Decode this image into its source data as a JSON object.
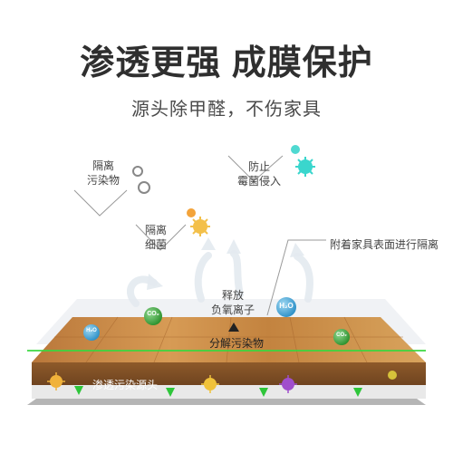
{
  "headline": "渗透更强 成膜保护",
  "subheadline": "源头除甲醛，不伤家具",
  "callouts": {
    "isolate_pollutants": [
      "隔离",
      "污染物"
    ],
    "isolate_bacteria": [
      "隔离",
      "细菌"
    ],
    "prevent_mold": [
      "防止",
      "霉菌侵入"
    ],
    "attach_surface": "附着家具表面进行隔离",
    "release_ions": [
      "释放",
      "负氧离子"
    ],
    "decompose": "分解污染物",
    "penetrate": "渗透污染源头"
  },
  "molecules": {
    "co2_left": "CO₂",
    "h2o_left": "H₂O",
    "h2o_right": "H₂O",
    "co2_right": "CO₂"
  },
  "colors": {
    "title": "#2f2f2f",
    "wood": "#c98a45",
    "bubble_blue": "#3fa7d6",
    "bubble_green": "#3aa63a",
    "arrow_green": "#2ec63a",
    "bacteria_yellow": "#f2b632",
    "bacteria_teal": "#35d6d0",
    "bacteria_purple": "#9b4fc9"
  },
  "icons": [
    "bubble-icon",
    "bacteria-icon",
    "mold-spore-icon",
    "up-arrow-icon",
    "down-arrow-icon"
  ]
}
